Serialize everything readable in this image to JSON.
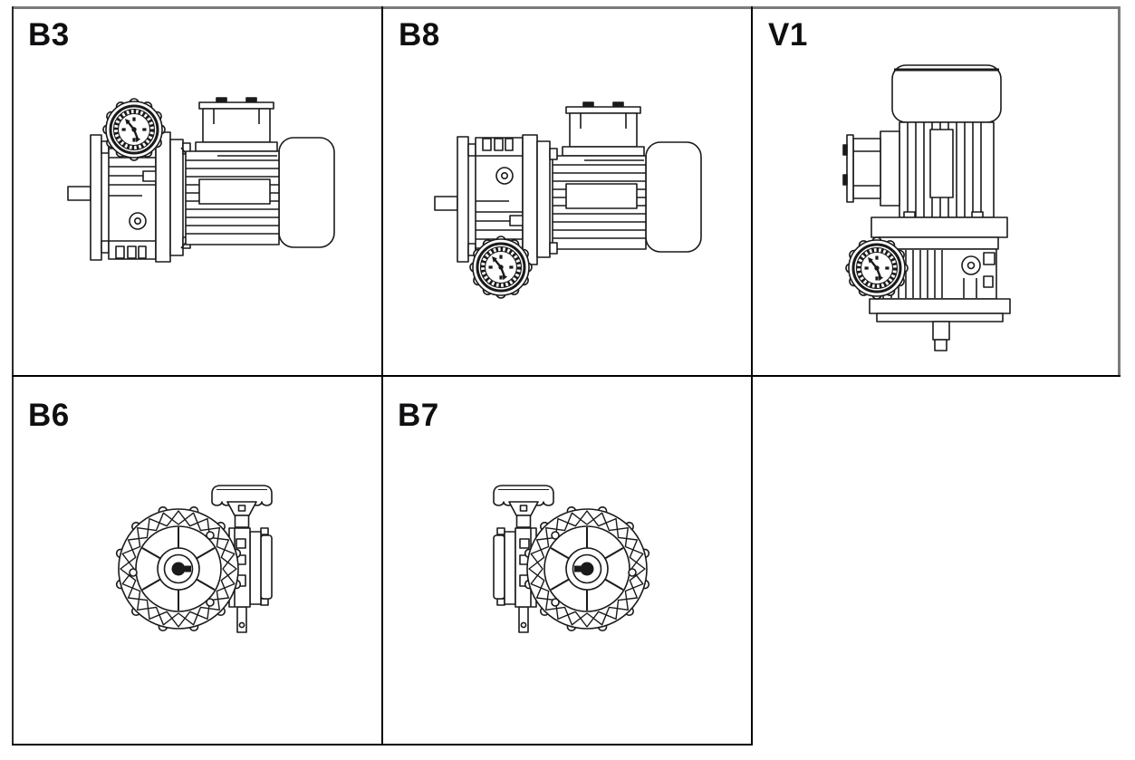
{
  "diagram": {
    "title_visible": "",
    "cells": [
      {
        "id": "b3",
        "label": "B3",
        "drawing_icon": "gearmotor-side-view-handwheel-up-icon"
      },
      {
        "id": "b8",
        "label": "B8",
        "drawing_icon": "gearmotor-side-view-handwheel-down-icon"
      },
      {
        "id": "v1",
        "label": "V1",
        "drawing_icon": "gearmotor-vertical-shaft-down-icon"
      },
      {
        "id": "b6",
        "label": "B6",
        "drawing_icon": "gearmotor-front-view-handwheel-right-icon"
      },
      {
        "id": "b7",
        "label": "B7",
        "drawing_icon": "gearmotor-front-view-handwheel-left-icon"
      }
    ],
    "colors": {
      "line": "#1a1a1a",
      "grid_inner": "#000000",
      "grid_outer": "#7b7b7b",
      "background": "#ffffff",
      "label": "#0f0f12"
    }
  }
}
